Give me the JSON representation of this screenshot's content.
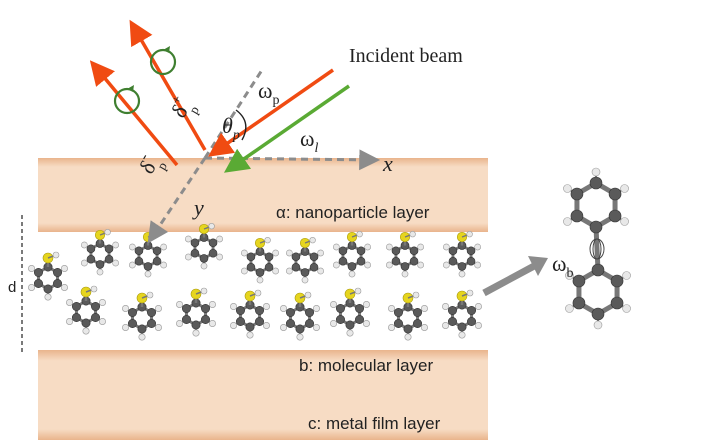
{
  "labels": {
    "incident_beam": "Incident beam",
    "omega": "ω",
    "omega_p_sub": "p",
    "omega_l_sub": "l",
    "omega_b_sub": "b",
    "theta": "θ",
    "theta_sub": "p",
    "sigma": "δ",
    "sigma_plus_sup": "+",
    "sigma_plus_sub": "p",
    "sigma_minus_sup": "-",
    "sigma_minus_sub": "p",
    "axis_x": "x",
    "axis_y": "y",
    "d": "d",
    "layer_a": "α: nanoparticle layer",
    "layer_b": "b: molecular layer",
    "layer_c": "c: metal film layer"
  },
  "colors": {
    "layer_fill": "#f7d9bf",
    "layer_edge": "#eab58d",
    "red_beam": "#f04b12",
    "green_beam": "#5aaa34",
    "circle_arrow": "#3f7f30",
    "axis_gray": "#8c8c8c",
    "sulfur": "#e6d51e",
    "carbon": "#5a5a5a",
    "hydrogen": "#e8e8e8"
  },
  "molecules": {
    "count_row1": 8,
    "count_row2": 9
  }
}
